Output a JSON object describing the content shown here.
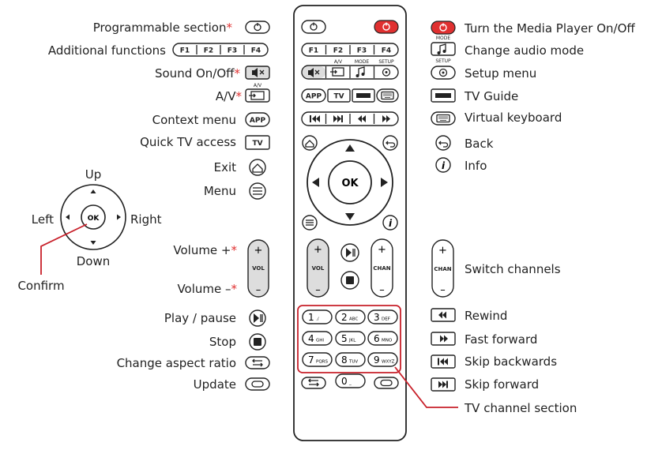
{
  "left_labels": {
    "programmable": "Programmable section",
    "additional": "Additional functions",
    "sound": "Sound On/Off",
    "av": "A/V",
    "context": "Context menu",
    "quick_tv": "Quick TV access",
    "exit": "Exit",
    "menu": "Menu",
    "volume_plus": "Volume +",
    "volume_minus": "Volume –",
    "play_pause": "Play / pause",
    "stop": "Stop",
    "aspect": "Change aspect ratio",
    "update": "Update"
  },
  "asterisk": "*",
  "dpad_labels": {
    "up": "Up",
    "left": "Left",
    "right": "Right",
    "down": "Down",
    "confirm": "Confirm",
    "ok": "OK"
  },
  "right_labels": {
    "power": "Turn the Media Player On/Off",
    "audio_mode": "Change audio mode",
    "setup": "Setup menu",
    "tv_guide": "TV Guide",
    "keyboard": "Virtual keyboard",
    "back": "Back",
    "info": "Info",
    "switch_channels": "Switch channels",
    "rewind": "Rewind",
    "fast_forward": "Fast forward",
    "skip_back": "Skip backwards",
    "skip_forward": "Skip forward",
    "tv_channel_section": "TV channel section"
  },
  "button_text": {
    "f1": "F1",
    "f2": "F2",
    "f3": "F3",
    "f4": "F4",
    "app": "APP",
    "tv": "TV",
    "ok": "OK",
    "vol": "VOL",
    "chan": "CHAN",
    "plus": "+",
    "minus": "–",
    "av_small": "A/V",
    "mode_small": "MODE",
    "setup_small": "SETUP",
    "info_i": "i"
  },
  "numpad": [
    {
      "digit": "1",
      "letters": "./"
    },
    {
      "digit": "2",
      "letters": "ABC"
    },
    {
      "digit": "3",
      "letters": "DEF"
    },
    {
      "digit": "4",
      "letters": "GHI"
    },
    {
      "digit": "5",
      "letters": "JKL"
    },
    {
      "digit": "6",
      "letters": "MNO"
    },
    {
      "digit": "7",
      "letters": "PQRS"
    },
    {
      "digit": "8",
      "letters": "TUV"
    },
    {
      "digit": "9",
      "letters": "WXYZ"
    },
    {
      "digit": "0",
      "letters": "_"
    }
  ],
  "colors": {
    "power_red": "#e03030",
    "annotation_red": "#c8202a",
    "outline": "#222222"
  }
}
